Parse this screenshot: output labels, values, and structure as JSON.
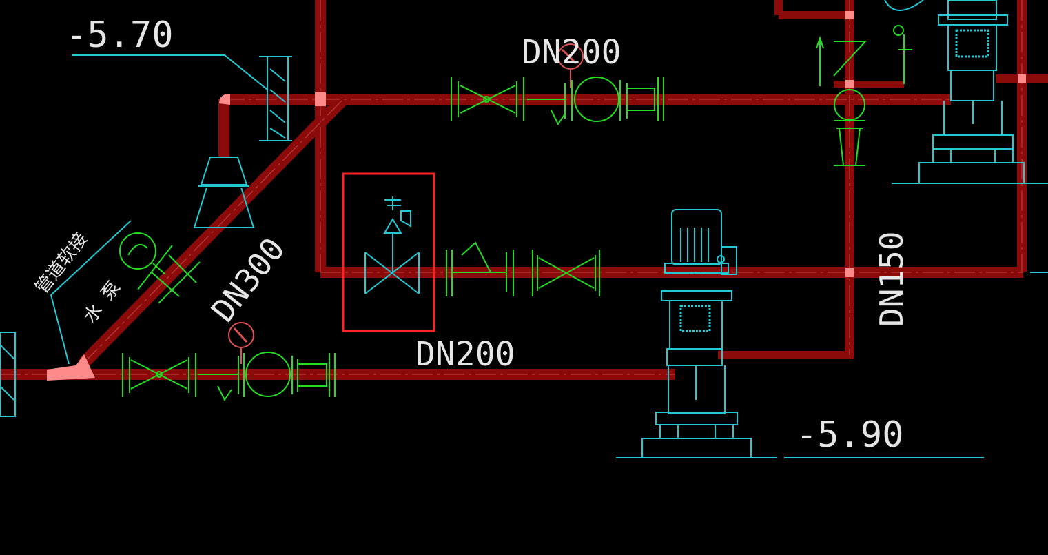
{
  "drawing": {
    "colors": {
      "background": "#000000",
      "pipe": "#8b0a0a",
      "pipe_highlight": "#d65555",
      "valve": "#22dd22",
      "equipment": "#22c8d2",
      "text": "#e6e6e6",
      "selection_box": "#ff2222"
    },
    "labels": {
      "elev_top": "-5.70",
      "elev_bottom": "-5.90",
      "dn200_top": "DN200",
      "dn200_mid": "DN200",
      "dn300": "DN300",
      "dn150": "DN150",
      "note_top": "管道软接",
      "note_bottom": "水 泵"
    }
  }
}
